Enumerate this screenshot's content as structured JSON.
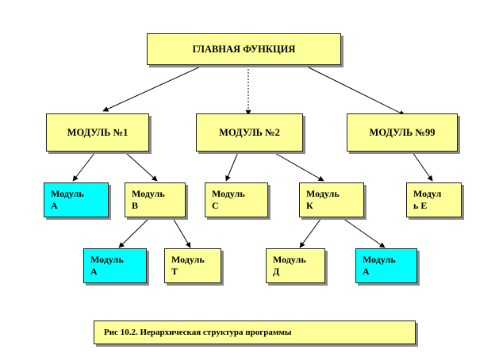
{
  "diagram": {
    "root": "ГЛАВНАЯ ФУНКЦИЯ",
    "modules": [
      "МОДУЛЬ №1",
      "МОДУЛЬ №2",
      "МОДУЛЬ №99"
    ],
    "leaves": {
      "a1": "Модуль\nА",
      "b": "Модуль\nВ",
      "c": "Модуль\nС",
      "k": "Модуль\nК",
      "e": "Модул\nь Е",
      "a2": "Модуль\nА",
      "t": "Модуль\nТ",
      "d": "Модуль\nД",
      "a3": "Модуль\nА"
    },
    "caption": "Рис 10.2. Иерархическая структура программы"
  },
  "colors": {
    "node_fill": "#ffff99",
    "highlight_fill": "#00ffff",
    "border": "#222222",
    "shadow": "#8a8a8a"
  }
}
